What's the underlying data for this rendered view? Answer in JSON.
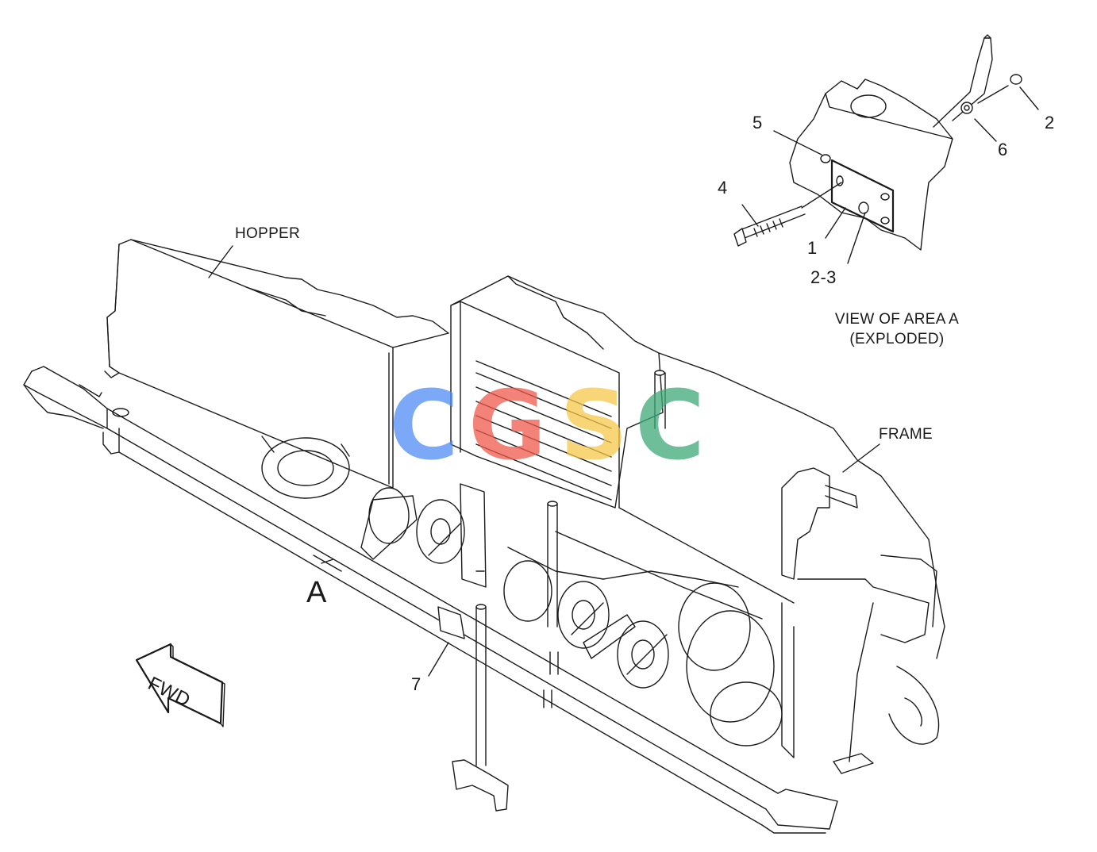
{
  "labels": {
    "hopper": "HOPPER",
    "frame": "FRAME",
    "view_title_line1": "VIEW OF AREA A",
    "view_title_line2": "(EXPLODED)",
    "area_marker": "A",
    "fwd": "FWD"
  },
  "callouts": [
    "1",
    "2",
    "2-3",
    "4",
    "5",
    "6",
    "7"
  ],
  "watermark": {
    "letters": [
      "C",
      "G",
      "S",
      "C"
    ],
    "colors": [
      "#4f8df5",
      "#ef5a4c",
      "#f6c94c",
      "#3eaa78"
    ]
  }
}
